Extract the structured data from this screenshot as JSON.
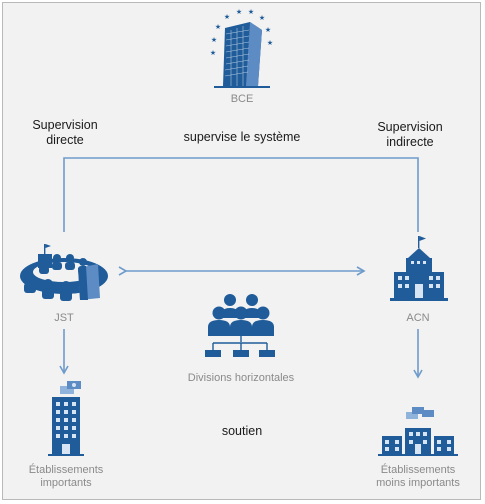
{
  "nodes": {
    "bce": "BCE",
    "jst": "JST",
    "acn": "ACN",
    "horizontal": "Divisions horizontales",
    "significant_line1": "Établissements",
    "significant_line2": "importants",
    "less_significant_line1": "Établissements",
    "less_significant_line2": "moins importants"
  },
  "labels": {
    "direct_line1": "Supervision",
    "direct_line2": "directe",
    "indirect_line1": "Supervision",
    "indirect_line2": "indirecte",
    "system": "supervise le système",
    "support": "soutien"
  },
  "colors": {
    "primary": "#1f5c99",
    "line": "#6f9bcc",
    "light": "#8fb3da",
    "background": "#f2f2f2"
  }
}
